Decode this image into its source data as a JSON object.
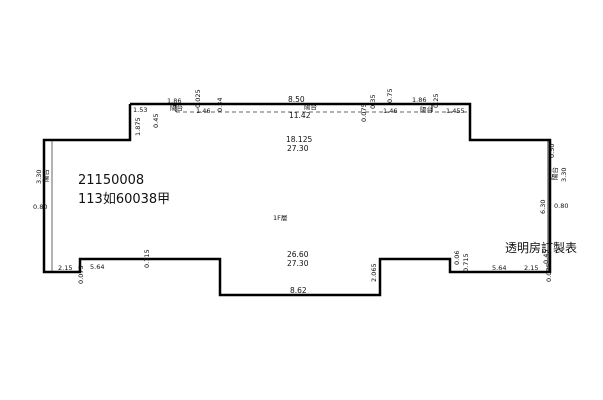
{
  "record": {
    "number": "21150008",
    "reference": "113如60038甲",
    "stamp": "透明房訂製表"
  },
  "floor": {
    "label": "1F層"
  },
  "dimensions": {
    "top_wall": "8.50",
    "top_inner": "11.42",
    "top_left_notch": "1.86",
    "top_right_notch": "1.86",
    "top_left_seg": "1.53",
    "top_left_small": "0.025",
    "top_left_146": "1.46",
    "top_left_034": "0.34",
    "top_right_075": "0.75",
    "top_right_035": "0.35",
    "top_right_0075": "0.075",
    "top_right_146": "1.46",
    "top_right_0455": "1.455",
    "top_right_025": "0.25",
    "left_1875": "1.875",
    "left_045": "0.45",
    "mid_upper_1": "18.125",
    "mid_upper_2": "27.30",
    "mid_lower_1": "26.60",
    "mid_lower_2": "27.30",
    "left_330": "3.30",
    "left_080": "0.80",
    "right_050": "0.50",
    "right_330": "3.30",
    "right_630": "6.30",
    "right_080": "0.80",
    "right_045": "0.45",
    "bl_215": "2.15",
    "bl_564": "5.64",
    "bl_0075": "0.075",
    "bl_0715": "0.715",
    "bottom_862": "8.62",
    "bottom_2065": "2.065",
    "br_006": "0.06",
    "br_0715": "0.715",
    "br_564": "5.64",
    "br_215": "2.15",
    "br_0075": "0.075"
  },
  "room_labels": {
    "top_left": "陽台",
    "top_mid": "陽台",
    "top_right": "陽台",
    "left": "陽台",
    "right": "陽台"
  }
}
